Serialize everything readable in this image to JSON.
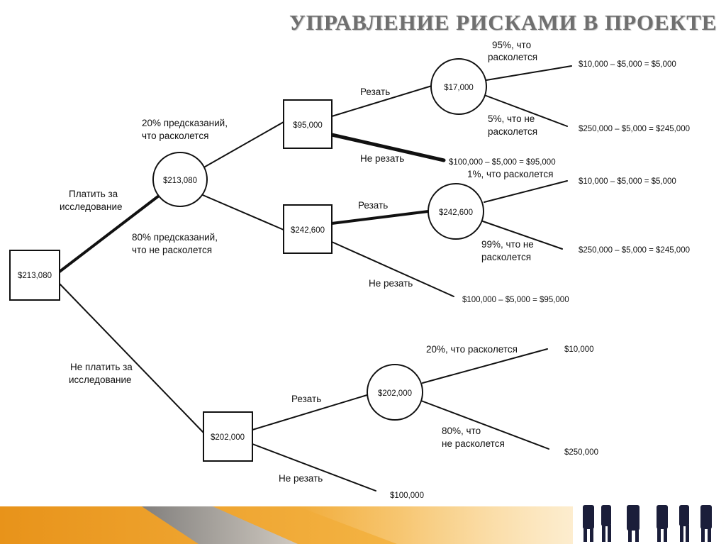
{
  "title": "УПРАВЛЕНИЕ РИСКАМИ В ПРОЕКТЕ",
  "nodes": {
    "root": "$213,080",
    "forecast": "$213,080",
    "crack_decision": "$95,000",
    "nocrack_decision": "$242,600",
    "crack_cut_chance": "$17,000",
    "nocrack_cut_chance": "$242,600",
    "noresearch_decision": "$202,000",
    "noresearch_cut_chance": "$202,000"
  },
  "labels": {
    "pay_research": [
      "Платить за",
      "исследование"
    ],
    "no_pay_research": [
      "Не платить за",
      "исследование"
    ],
    "pred_crack": [
      "20% предсказаний,",
      "что расколется"
    ],
    "pred_nocrack": [
      "80% предсказаний,",
      "что не расколется"
    ],
    "cut_1": "Резать",
    "no_cut_1": "Не резать",
    "cut_2": "Резать",
    "no_cut_2": "Не резать",
    "cut_3": "Резать",
    "no_cut_3": "Не резать",
    "p95_crack": [
      "95%, что",
      "расколется"
    ],
    "p5_nocrack": [
      "5%, что не",
      "расколется"
    ],
    "p1_crack": "1%, что расколется",
    "p99_nocrack": [
      "99%, что не",
      "расколется"
    ],
    "p20_crack": "20%, что расколется",
    "p80_nocrack": [
      "80%, что",
      "не расколется"
    ]
  },
  "outcomes": {
    "o1": "$10,000 – $5,000 = $5,000",
    "o2": "$250,000 – $5,000 = $245,000",
    "o3": "$100,000 – $5,000 = $95,000",
    "o4": "$10,000 – $5,000 = $5,000",
    "o5": "$250,000 – $5,000 = $245,000",
    "o6": "$100,000 – $5,000 = $95,000",
    "o7": "$10,000",
    "o8": "$250,000",
    "o9": "$100,000"
  },
  "colors": {
    "footer_orange": "#f2a228",
    "footer_gray": "#8a94a4",
    "title_gray": "#6f6f6f"
  }
}
